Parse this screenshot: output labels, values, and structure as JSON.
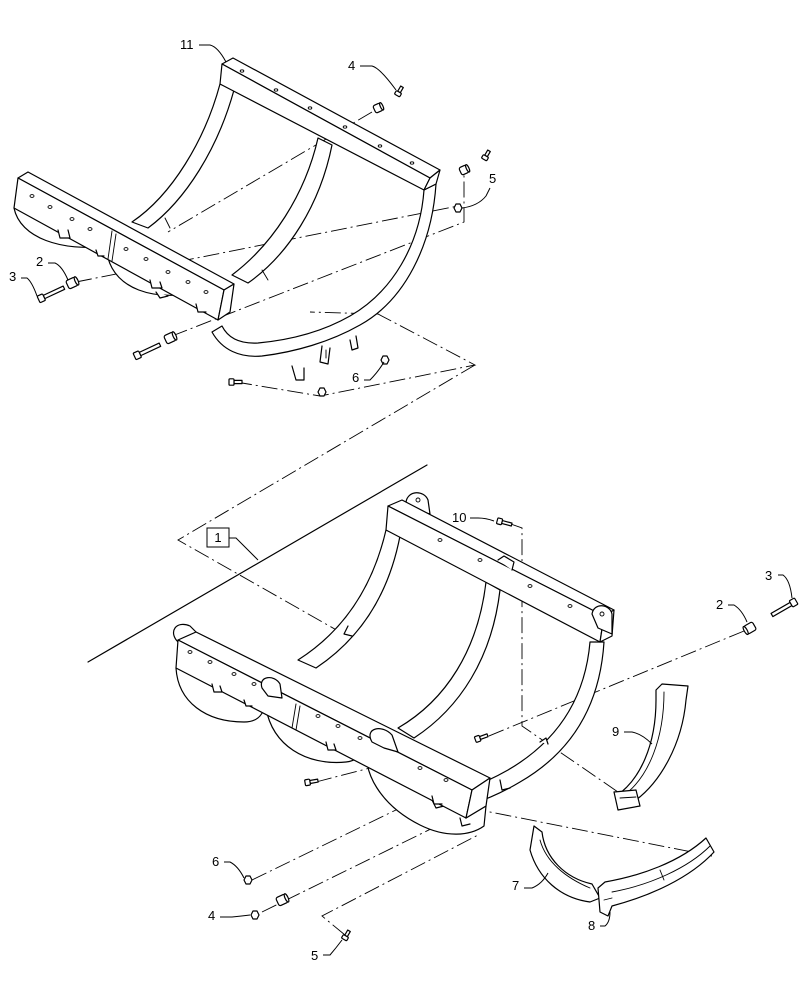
{
  "figure": {
    "upper_callouts": [
      {
        "label": "11"
      },
      {
        "label": "4"
      },
      {
        "label": "5"
      },
      {
        "label": "3"
      },
      {
        "label": "2"
      },
      {
        "label": "6"
      }
    ],
    "lower_callouts": [
      {
        "label": "1"
      },
      {
        "label": "10"
      },
      {
        "label": "3"
      },
      {
        "label": "2"
      },
      {
        "label": "9"
      },
      {
        "label": "7"
      },
      {
        "label": "8"
      },
      {
        "label": "6"
      },
      {
        "label": "4"
      },
      {
        "label": "5"
      }
    ]
  }
}
